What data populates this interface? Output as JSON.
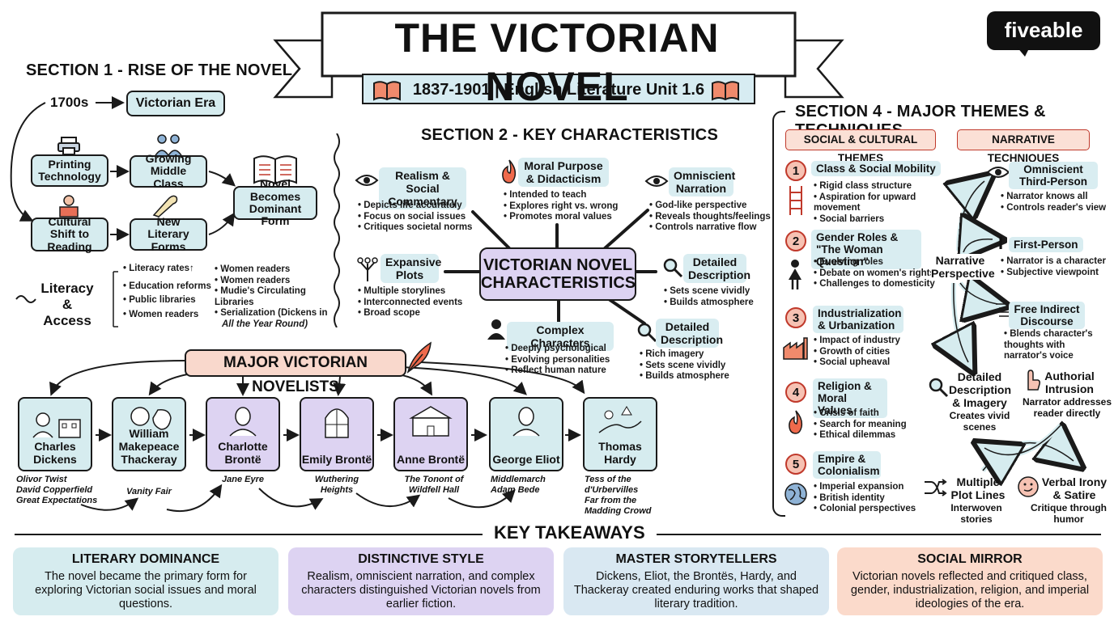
{
  "header": {
    "title": "THE VICTORIAN NOVEL",
    "subtitle": "1837-1901 | English Literature Unit 1.6",
    "brand": "fiveable"
  },
  "section1": {
    "title": "SECTION 1 - RISE OF THE NOVEL",
    "start": "1700s",
    "era": "Victorian Era",
    "printing": "Printing Technology",
    "middle_class": "Growing Middle Class",
    "cultural": "Cultural Shift to Reading",
    "new_forms": "New Literary Forms",
    "dominant": "Novel Becomes Dominant Form",
    "literacy_label": "Literacy & Access",
    "literacy_col1": [
      "Literacy rates↑",
      "Education reforms",
      "Public libraries",
      "Women readers"
    ],
    "literacy_col2": [
      "Women readers",
      "Women readers",
      "Mudie's Circulating Libraries",
      "Serialization (Dickens in",
      "All the Year Round)"
    ]
  },
  "section2": {
    "title": "SECTION 2 - KEY CHARACTERISTICS",
    "center": "VICTORIAN NOVEL CHARACTERISTICS",
    "realism": {
      "title": "Realism & Social Commentary",
      "items": [
        "Depicts life accurately",
        "Focus on social issues",
        "Critiques societal norms"
      ]
    },
    "moral": {
      "title": "Moral Purpose & Didacticism",
      "items": [
        "Intended to teach",
        "Explores right vs. wrong",
        "Promotes moral values"
      ]
    },
    "omniscient": {
      "title": "Omniscient Narration",
      "items": [
        "God-like perspective",
        "Reveals thoughts/feelings",
        "Controls narrative flow"
      ]
    },
    "plots": {
      "title": "Expansive Plots",
      "items": [
        "Multiple storylines",
        "Interconnected events",
        "Broad scope"
      ]
    },
    "detailed1": {
      "title": "Detailed Description",
      "items": [
        "Sets scene vividly",
        "Builds atmosphere"
      ]
    },
    "complex": {
      "title": "Complex Characters",
      "items": [
        "Deeply psychological",
        "Evolving personalities",
        "Reflect human nature"
      ]
    },
    "detailed2": {
      "title": "Detailed Description",
      "items": [
        "Rich imagery",
        "Sets scene vividly",
        "Builds atmosphere"
      ]
    }
  },
  "novelists": {
    "title": "MAJOR VICTORIAN NOVELISTS",
    "list": [
      {
        "name": "Charles Dickens",
        "works": [
          "Olivor Twist",
          "David Copperfield",
          "Great Expectations"
        ],
        "color": "#d6ecef"
      },
      {
        "name": "William Makepeace Thackeray",
        "works": [
          "Vanity Fair"
        ],
        "color": "#d6ecef"
      },
      {
        "name": "Charlotte Brontë",
        "works": [
          "Jane Eyre"
        ],
        "color": "#ddd3f2"
      },
      {
        "name": "Emily Brontë",
        "works": [
          "Wuthering Heights"
        ],
        "color": "#ddd3f2"
      },
      {
        "name": "Anne Brontë",
        "works": [
          "The Tonont of Wildfell Hall"
        ],
        "color": "#ddd3f2"
      },
      {
        "name": "George Eliot",
        "works": [
          "Middlemarch",
          "Adam Bede"
        ],
        "color": "#d6ecef"
      },
      {
        "name": "Thomas Hardy",
        "works": [
          "Tess of the d'Urbervilles",
          "Far from the Madding Crowd"
        ],
        "color": "#d6ecef"
      }
    ]
  },
  "section4": {
    "title": "SECTION 4 - MAJOR THEMES & TECHNIQUES",
    "social_header": "SOCIAL & CULTURAL THEMES",
    "narrative_header": "NARRATIVE TECHNIQUES",
    "themes": [
      {
        "num": "1",
        "title": "Class & Social Mobility",
        "items": [
          "Rigid class structure",
          "Aspiration for upward movement",
          "Social barriers"
        ]
      },
      {
        "num": "2",
        "title": "Gender Roles & \"The Woman Question\"",
        "items": [
          "Evolving roles",
          "Debate on women's rights",
          "Challenges to domesticity"
        ]
      },
      {
        "num": "3",
        "title": "Industrialization & Urbanization",
        "items": [
          "Impact of industry",
          "Growth of cities",
          "Social upheaval"
        ]
      },
      {
        "num": "4",
        "title": "Religion & Moral Values",
        "items": [
          "Crisis of faith",
          "Search for meaning",
          "Ethical dilemmas"
        ]
      },
      {
        "num": "5",
        "title": "Empire & Colonialism",
        "items": [
          "Imperial expansion",
          "British identity",
          "Colonial perspectives"
        ]
      }
    ],
    "narrative_perspective": "Narrative Perspective",
    "omniscient_third": {
      "title": "Omniscient Third-Person",
      "items": [
        "Narrator knows all",
        "Controls reader's view"
      ]
    },
    "first_person": {
      "title": "First-Person",
      "items": [
        "Narrator is a character",
        "Subjective viewpoint"
      ]
    },
    "free_indirect": {
      "title": "Free Indirect Discourse",
      "items": [
        "Blends character's thoughts with narrator's voice"
      ]
    },
    "detailed": {
      "title": "Detailed Description & Imagery",
      "desc": "Creates vivid scenes"
    },
    "authorial": {
      "title": "Authorial Intrusion",
      "desc": "Narrator addresses reader directly"
    },
    "multiple": {
      "title": "Multiple Plot Lines",
      "desc": "Interwoven stories"
    },
    "irony": {
      "title": "Verbal Irony & Satire",
      "desc": "Critique through humor"
    }
  },
  "takeaways": {
    "title": "KEY TAKEAWAYS",
    "cards": [
      {
        "title": "LITERARY DOMINANCE",
        "body": "The novel became the primary form for exploring Victorian social issues and moral questions.",
        "color": "#d6ecef"
      },
      {
        "title": "DISTINCTIVE STYLE",
        "body": "Realism, omniscient narration, and complex characters distinguished Victorian novels from earlier fiction.",
        "color": "#ddd3f2"
      },
      {
        "title": "MASTER STORYTELLERS",
        "body": "Dickens, Eliot, the Brontës, Hardy, and Thackeray created enduring works that shaped literary tradition.",
        "color": "#d9e8f2"
      },
      {
        "title": "SOCIAL MIRROR",
        "body": "Victorian novels reflected and critiqued class, gender, industrialization, religion, and imperial ideologies of the era.",
        "color": "#fbdacb"
      }
    ]
  }
}
